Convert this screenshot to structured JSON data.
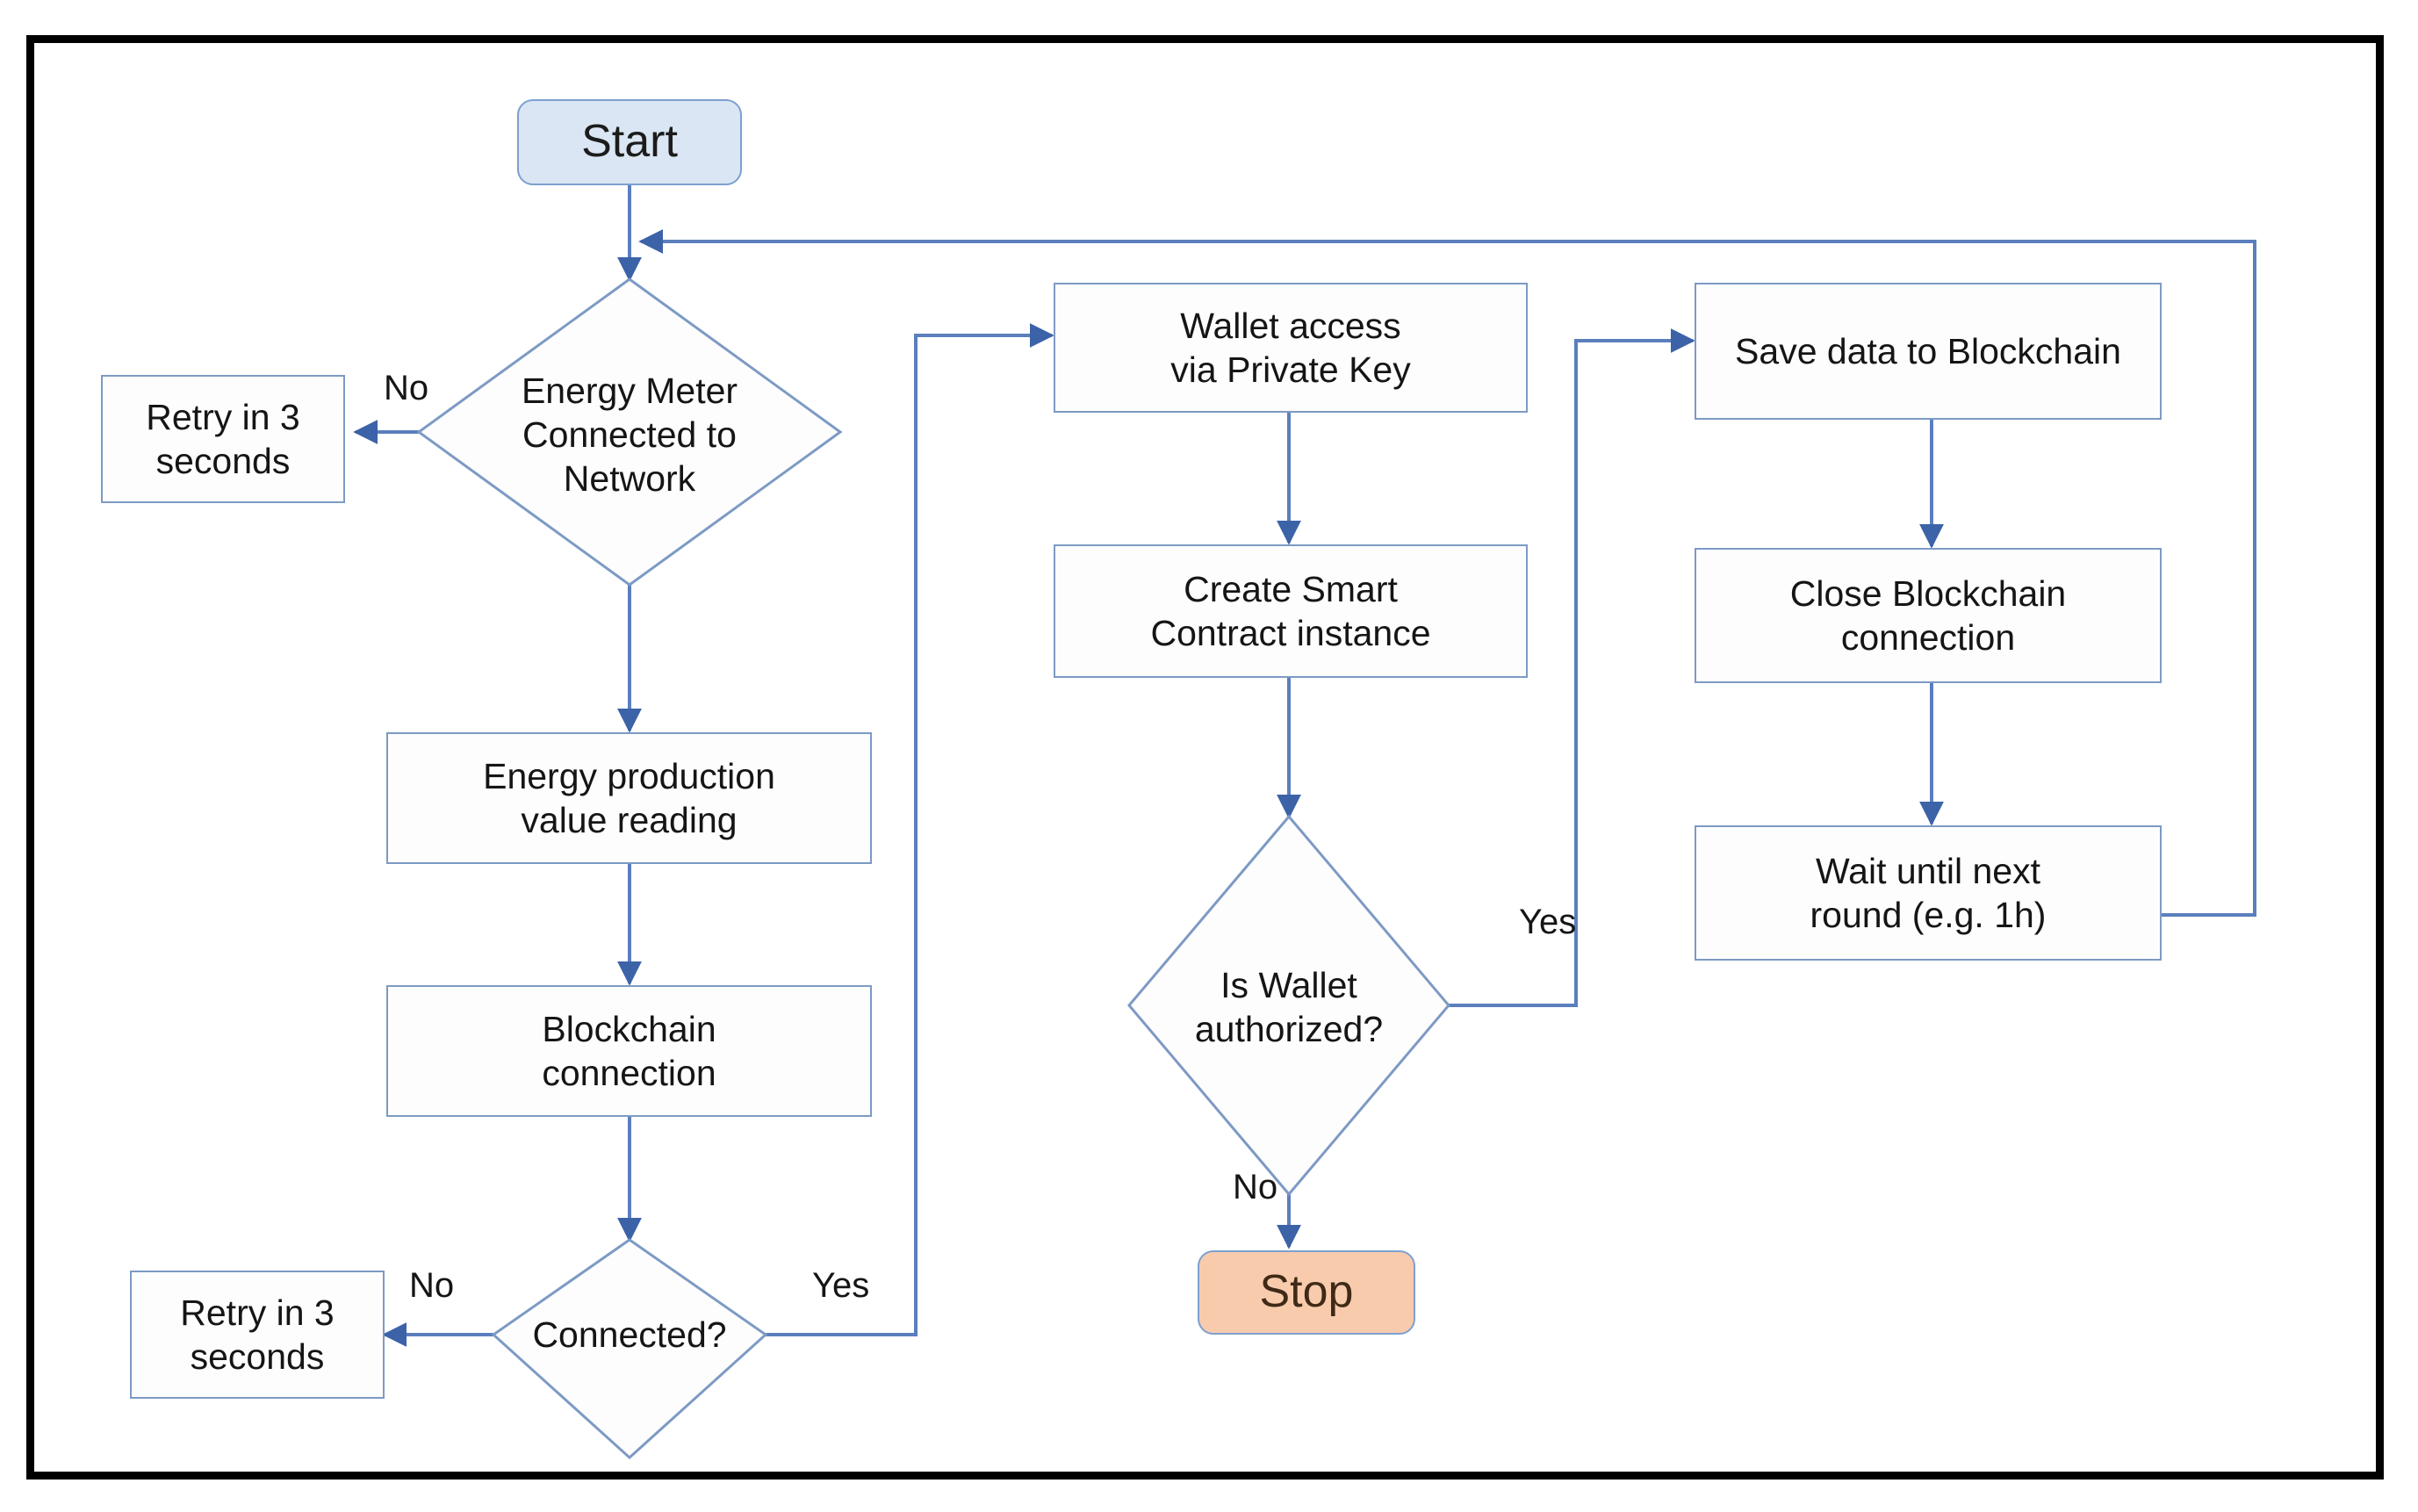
{
  "diagram": {
    "title": "Energy meter blockchain logging flowchart",
    "colors": {
      "frame": "#000000",
      "node_border": "#7d9ac4",
      "connector": "#5b7fbd",
      "start_fill": "#dae6f3",
      "stop_fill": "#f8cbad",
      "process_fill": "#fdfdfd",
      "text": "#151515"
    },
    "nodes": {
      "start": {
        "label": "Start",
        "shape": "terminator"
      },
      "meter_connected": {
        "label_line1": "Energy Meter",
        "label_line2": "Connected to",
        "label_line3": "Network",
        "shape": "decision"
      },
      "retry_meter": {
        "label_line1": "Retry in 3",
        "label_line2": "seconds",
        "shape": "process"
      },
      "energy_reading": {
        "label_line1": "Energy production",
        "label_line2": "value reading",
        "shape": "process"
      },
      "blockchain_connection": {
        "label_line1": "Blockchain",
        "label_line2": "connection",
        "shape": "process"
      },
      "connected": {
        "label": "Connected?",
        "shape": "decision"
      },
      "retry_chain": {
        "label_line1": "Retry in 3",
        "label_line2": "seconds",
        "shape": "process"
      },
      "wallet_access": {
        "label_line1": "Wallet access",
        "label_line2": "via Private Key",
        "shape": "process"
      },
      "create_contract": {
        "label_line1": "Create Smart",
        "label_line2": "Contract instance",
        "shape": "process"
      },
      "wallet_authorized": {
        "label_line1": "Is Wallet",
        "label_line2": "authorized?",
        "shape": "decision"
      },
      "stop": {
        "label": "Stop",
        "shape": "terminator"
      },
      "save_data": {
        "label": "Save data to Blockchain",
        "shape": "process"
      },
      "close_connection": {
        "label_line1": "Close Blockchain",
        "label_line2": "connection",
        "shape": "process"
      },
      "wait_round": {
        "label_line1": "Wait until next",
        "label_line2": "round (e.g. 1h)",
        "shape": "process"
      }
    },
    "edge_labels": {
      "meter_no": "No",
      "connected_no": "No",
      "connected_yes": "Yes",
      "wallet_yes": "Yes",
      "wallet_no": "No"
    }
  }
}
